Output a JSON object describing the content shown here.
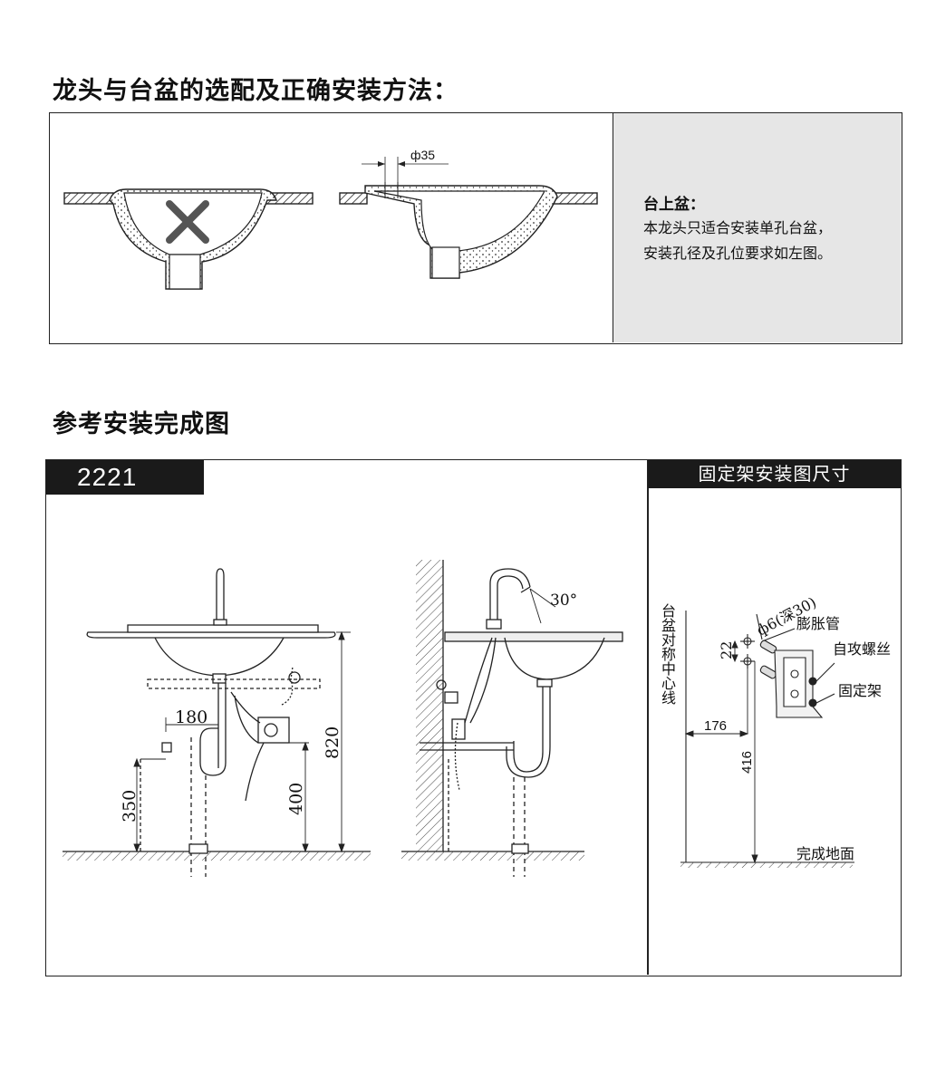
{
  "section1": {
    "heading": "龙头与台盆的选配及正确安装方法：",
    "dim_hole": "ф35",
    "info_title": "台上盆：",
    "info_line1": "本龙头只适合安装单孔台盆，",
    "info_line2": "安装孔径及孔位要求如左图。"
  },
  "section2": {
    "heading": "参考安装完成图",
    "model": "2221",
    "dims": {
      "d180": "180",
      "d350": "350",
      "d400": "400",
      "d820": "820",
      "d30": "30°"
    },
    "bracket": {
      "header": "固定架安装图尺寸",
      "centerline": "台盆对称中心线",
      "hole": "ф6(深30)",
      "d22": "22",
      "d176": "176",
      "d416": "416",
      "anchor": "膨胀管",
      "screw": "自攻螺丝",
      "frame": "固定架",
      "floor": "完成地面"
    }
  },
  "colors": {
    "border": "#222222",
    "panel": "#e6e6e6",
    "header_bg": "#1a1a1a",
    "cross": "#555555"
  }
}
